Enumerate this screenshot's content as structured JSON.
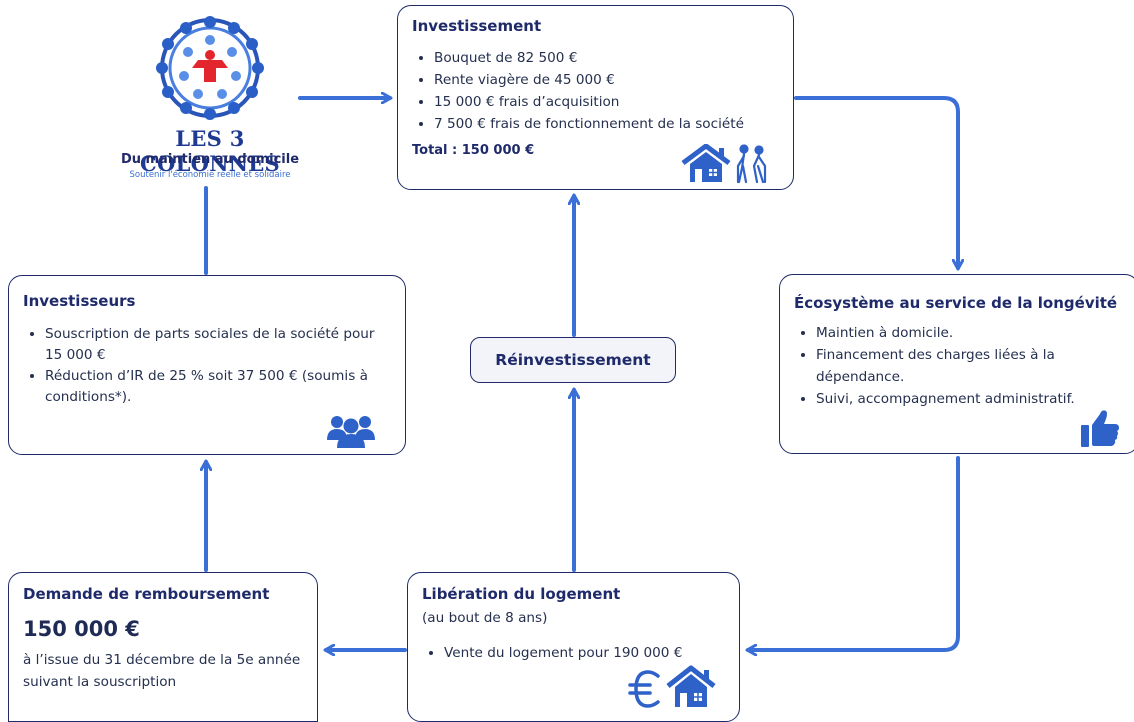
{
  "logo": {
    "brand": "LES 3 COLONNES",
    "subtitle": "Du maintien au domicile",
    "tagline": "Soutenir l'économie réelle et solidaire"
  },
  "investissement": {
    "title": "Investissement",
    "items": [
      "Bouquet de 82 500 €",
      "Rente viagère de 45 000 €",
      "15 000 € frais d’acquisition",
      "7 500 € frais de fonctionnement de la société"
    ],
    "total": "Total : 150 000 €",
    "icons": [
      "house-icon",
      "elderly-couple-icon"
    ]
  },
  "investisseurs": {
    "title": "Investisseurs",
    "items": [
      "Souscription de parts sociales de la société pour 15 000 €",
      "Réduction d’IR de 25 % soit 37 500 € (soumis à conditions*)."
    ],
    "icons": [
      "group-icon"
    ]
  },
  "ecosysteme": {
    "title": "Écosystème au service de la longévité",
    "items": [
      "Maintien à domicile.",
      "Financement des charges liées à la dépendance.",
      "Suivi, accompagnement administratif."
    ],
    "icons": [
      "thumbs-up-icon"
    ]
  },
  "reinvestissement": {
    "label": "Réinvestissement"
  },
  "demande": {
    "title": "Demande de remboursement",
    "amount": "150 000 €",
    "note": "à l’issue du 31 décembre de la 5e année suivant la souscription"
  },
  "liberation": {
    "title": "Libération du logement",
    "subtitle": "(au bout de 8 ans)",
    "items": [
      "Vente du logement pour 190 000 €"
    ],
    "icons": [
      "euro-icon",
      "house-icon"
    ]
  },
  "colors": {
    "arrow": "#3b6fd8",
    "border": "#1f2a6b",
    "icon": "#2f62c8",
    "title": "#1f2a6b"
  }
}
